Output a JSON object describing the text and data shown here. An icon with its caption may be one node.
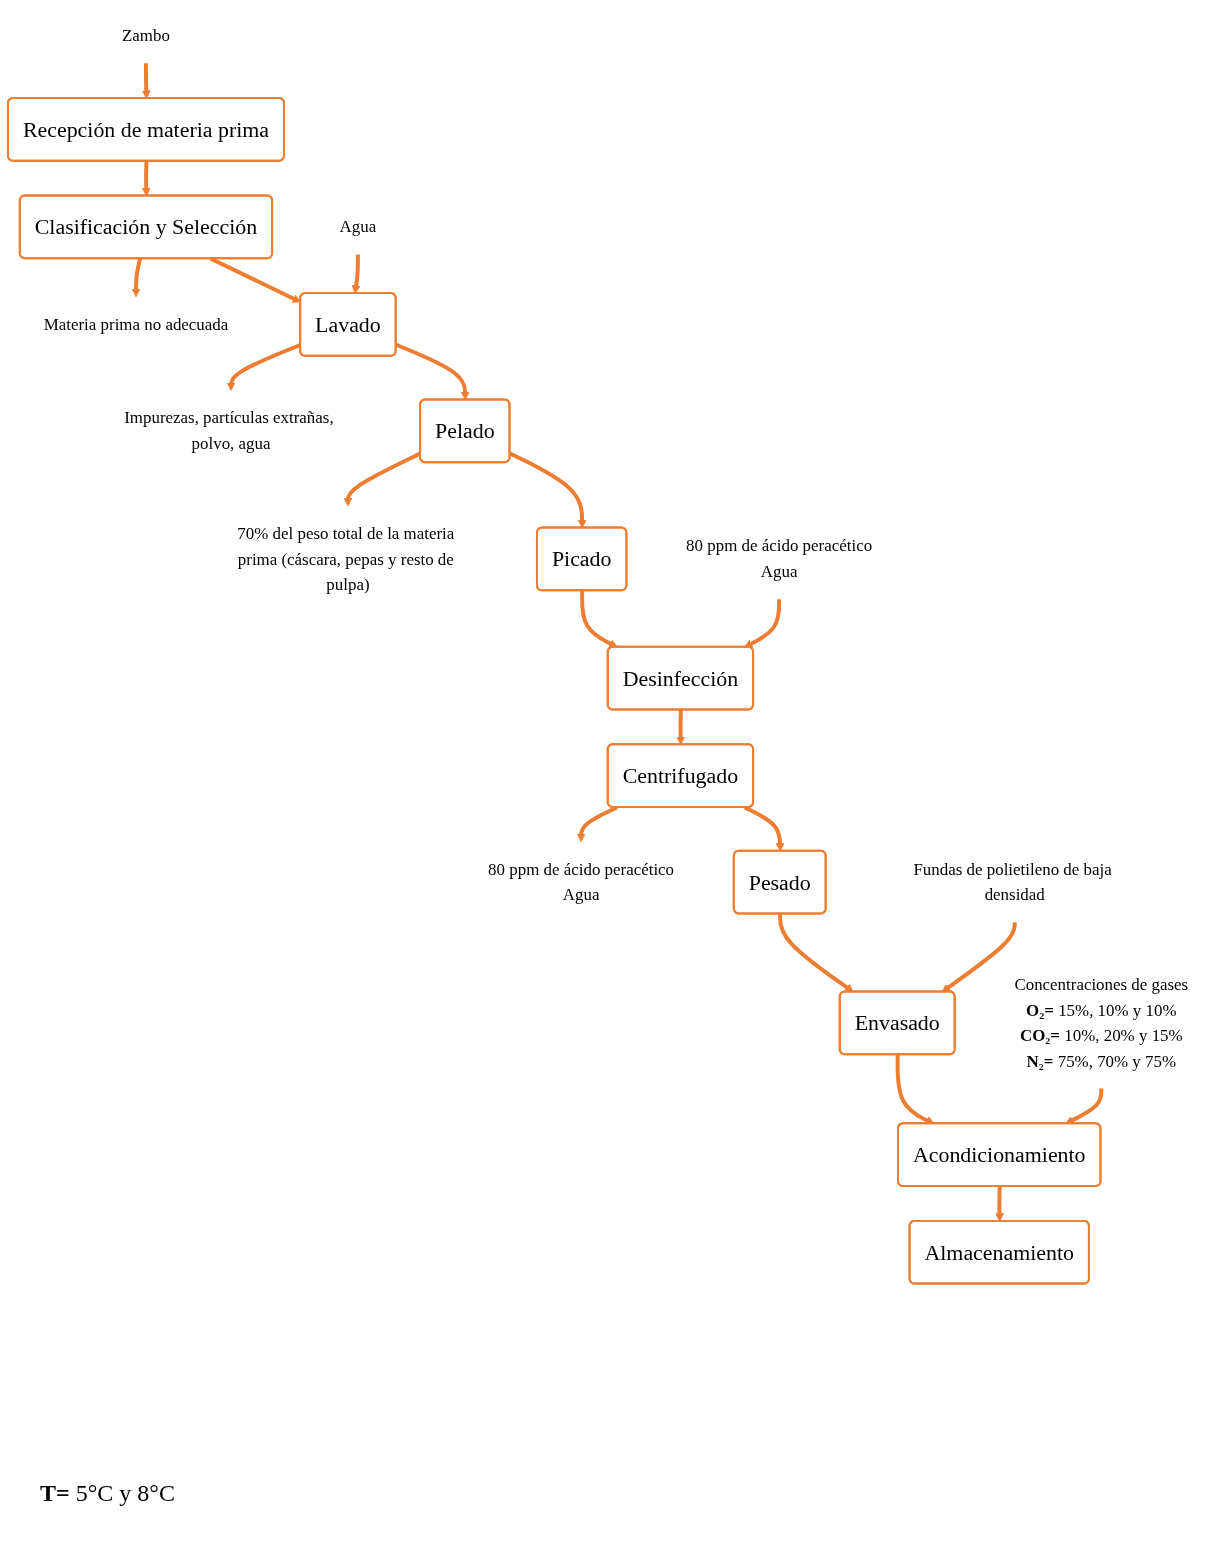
{
  "diagram": {
    "nodes": [
      {
        "text": [
          "Zambo"
        ]
      },
      {
        "text": [
          "Recepción de materia prima"
        ]
      },
      {
        "text": [
          "Clasificación y Selección"
        ]
      },
      {
        "text": [
          "Materia prima no adecuada"
        ]
      },
      {
        "text": [
          "Agua"
        ]
      },
      {
        "text": [
          "Lavado"
        ]
      },
      {
        "text": [
          "Impurezas, partículas extrañas, polvo, agua"
        ]
      },
      {
        "text": [
          "Pelado"
        ]
      },
      {
        "text": [
          "70% del peso total de la materia prima (cáscara, pepas y resto de pulpa)"
        ]
      },
      {
        "text": [
          "Picado"
        ]
      },
      {
        "text": [
          "80 ppm de ácido peracético",
          "Agua"
        ]
      },
      {
        "text": [
          "Desinfección"
        ]
      },
      {
        "text": [
          "Centrifugado"
        ]
      },
      {
        "text": [
          "80 ppm de ácido peracético",
          "Agua"
        ]
      },
      {
        "text": [
          "Pesado"
        ]
      },
      {
        "text": [
          "Fundas de polietileno de baja densidad"
        ]
      },
      {
        "text": [
          "Envasado"
        ]
      },
      {
        "text": [
          "Concentraciones de gases",
          "**O₂=** 15%, 10% y 10%",
          "**CO₂=** 10%, 20% y 15%",
          "**N₂=** 75%, 70% y 75%"
        ]
      },
      {
        "text": [
          "Acondicionamiento"
        ]
      },
      {
        "text": [
          "Almacenamiento"
        ]
      }
    ],
    "labels": [
      "**T=** 5°C y 8°C"
    ],
    "edges": [
      {
        "from": 0,
        "to": 1,
        "arrow": "to"
      },
      {
        "from": 1,
        "to": 2,
        "arrow": "to"
      },
      {
        "from": 2,
        "to": 3,
        "arrow": "to"
      },
      {
        "from": 2,
        "to": 5,
        "arrow": "to"
      },
      {
        "from": 4,
        "to": 5,
        "arrow": "to"
      },
      {
        "from": 5,
        "to": 6,
        "arrow": "to"
      },
      {
        "from": 5,
        "to": 7,
        "arrow": "to"
      },
      {
        "from": 7,
        "to": 8,
        "arrow": "to"
      },
      {
        "from": 7,
        "to": 9,
        "arrow": "to"
      },
      {
        "from": 9,
        "to": 11,
        "arrow": "to"
      },
      {
        "from": 10,
        "to": 11,
        "arrow": "to"
      },
      {
        "from": 11,
        "to": 12,
        "arrow": "to"
      },
      {
        "from": 12,
        "to": 13,
        "arrow": "to"
      },
      {
        "from": 12,
        "to": 14,
        "arrow": "to"
      },
      {
        "from": 14,
        "to": 16,
        "arrow": "to"
      },
      {
        "from": 15,
        "to": 16,
        "arrow": "to"
      },
      {
        "from": 16,
        "to": 18,
        "arrow": "to"
      },
      {
        "from": 17,
        "to": 18,
        "arrow": "to"
      },
      {
        "from": 18,
        "to": 19,
        "arrow": "to"
      }
    ]
  }
}
